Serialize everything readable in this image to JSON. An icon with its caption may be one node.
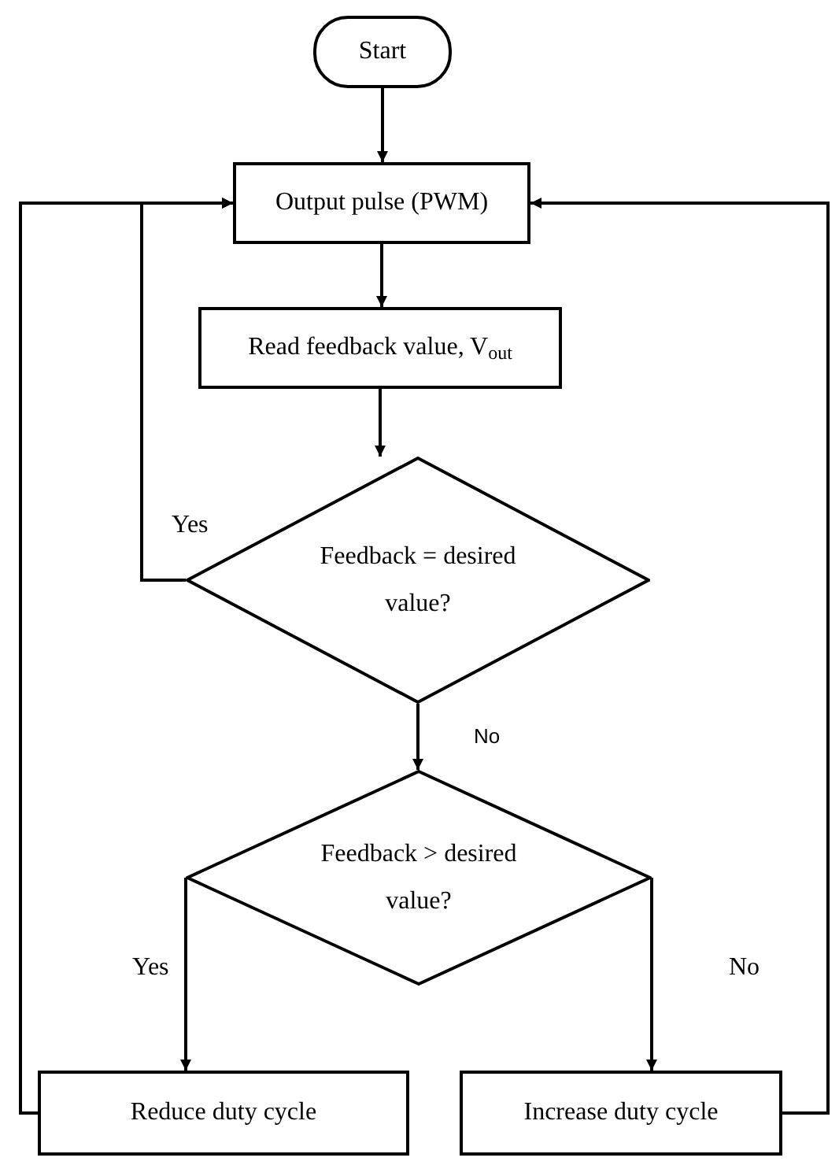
{
  "diagram": {
    "nodes": [
      {
        "text": [
          "Start"
        ]
      },
      {
        "text": [
          "Output pulse (PWM)"
        ]
      },
      {
        "text": [
          "Read feedback value, V$_{out}$"
        ]
      },
      {
        "text": [
          "Feedback = desired value?"
        ]
      },
      {
        "text": [
          "Feedback > desired value?"
        ]
      },
      {
        "text": [
          "Reduce duty cycle"
        ]
      },
      {
        "text": [
          "Increase duty cycle"
        ]
      }
    ],
    "edges": [
      {
        "from": 0,
        "to": 1,
        "arrow": "to"
      },
      {
        "from": 1,
        "to": 2,
        "arrow": "to"
      },
      {
        "from": 2,
        "to": 3,
        "arrow": "to"
      },
      {
        "from": 3,
        "to": 1,
        "arrow": "to",
        "label": "Yes"
      },
      {
        "from": 3,
        "to": 4,
        "arrow": "to",
        "label": "No"
      },
      {
        "from": 4,
        "to": 5,
        "arrow": "to",
        "label": "Yes"
      },
      {
        "from": 4,
        "to": 6,
        "arrow": "to",
        "label": "No"
      },
      {
        "from": 5,
        "to": 1,
        "arrow": "to"
      },
      {
        "from": 6,
        "to": 1,
        "arrow": "to"
      }
    ]
  }
}
